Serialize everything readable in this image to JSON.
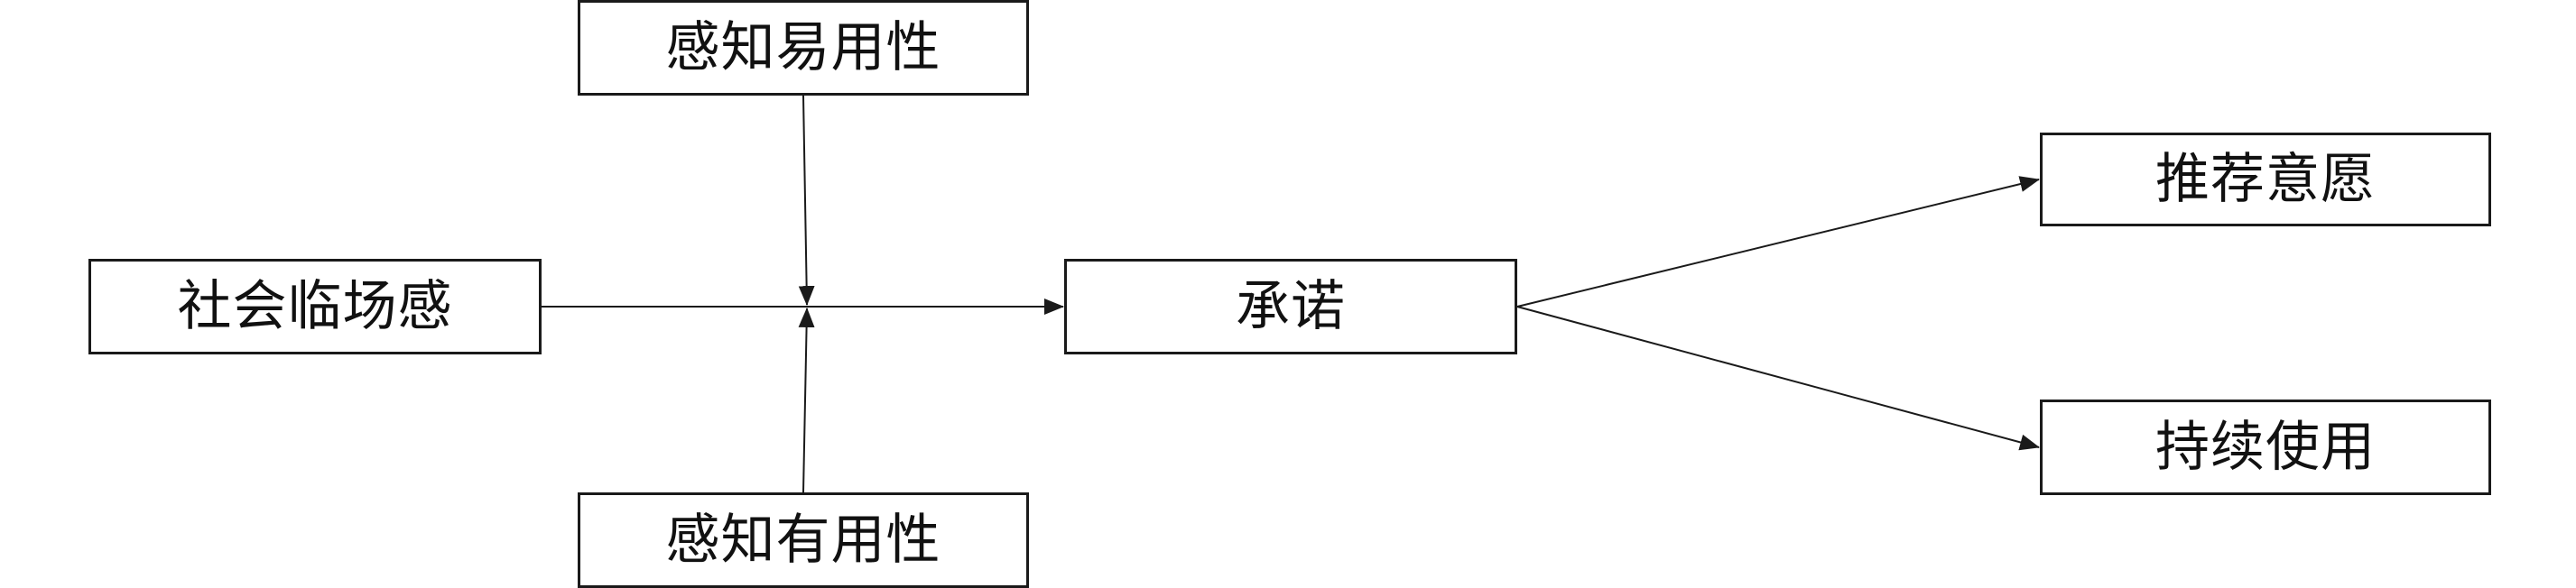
{
  "diagram": {
    "nodes": {
      "perceived_ease_of_use": "感知易用性",
      "perceived_usefulness": "感知有用性",
      "social_presence": "社会临场感",
      "commitment": "承诺",
      "recommendation_intention": "推荐意愿",
      "continued_use": "持续使用"
    },
    "edges": [
      {
        "from": "social_presence",
        "to": "commitment"
      },
      {
        "from": "perceived_ease_of_use",
        "to": "social_presence_commitment_path",
        "type": "moderation"
      },
      {
        "from": "perceived_usefulness",
        "to": "social_presence_commitment_path",
        "type": "moderation"
      },
      {
        "from": "commitment",
        "to": "recommendation_intention"
      },
      {
        "from": "commitment",
        "to": "continued_use"
      }
    ],
    "colors": {
      "line": "#1a1a1a",
      "text": "#111111",
      "background": "#ffffff"
    }
  }
}
